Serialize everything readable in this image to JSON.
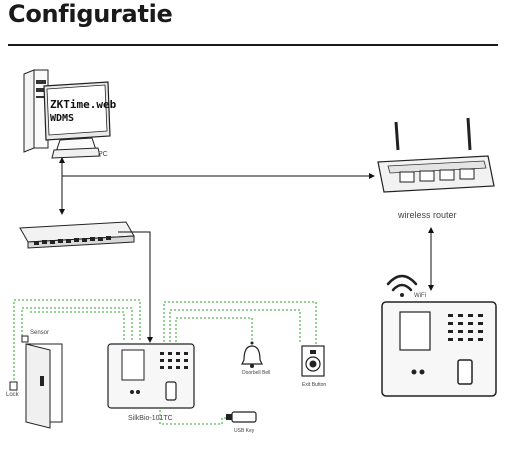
{
  "page": {
    "title": "Configuratie"
  },
  "pc": {
    "screen_line1": "ZKTime.web",
    "screen_line2": "WDMS",
    "label": "PC"
  },
  "router": {
    "label": "wireless router"
  },
  "wifi": {
    "label": "WiFi"
  },
  "devices": {
    "main_label": "SilkBio-101TC"
  },
  "peripherals": {
    "sensor_label": "Sensor",
    "lock_label": "Lock",
    "bell_label": "Doorbell Bell",
    "exit_label": "Exit Button",
    "usb_label": "USB Key"
  },
  "colors": {
    "wire": "#111111",
    "dotted_link": "#5cb85c",
    "outline": "#222222"
  }
}
